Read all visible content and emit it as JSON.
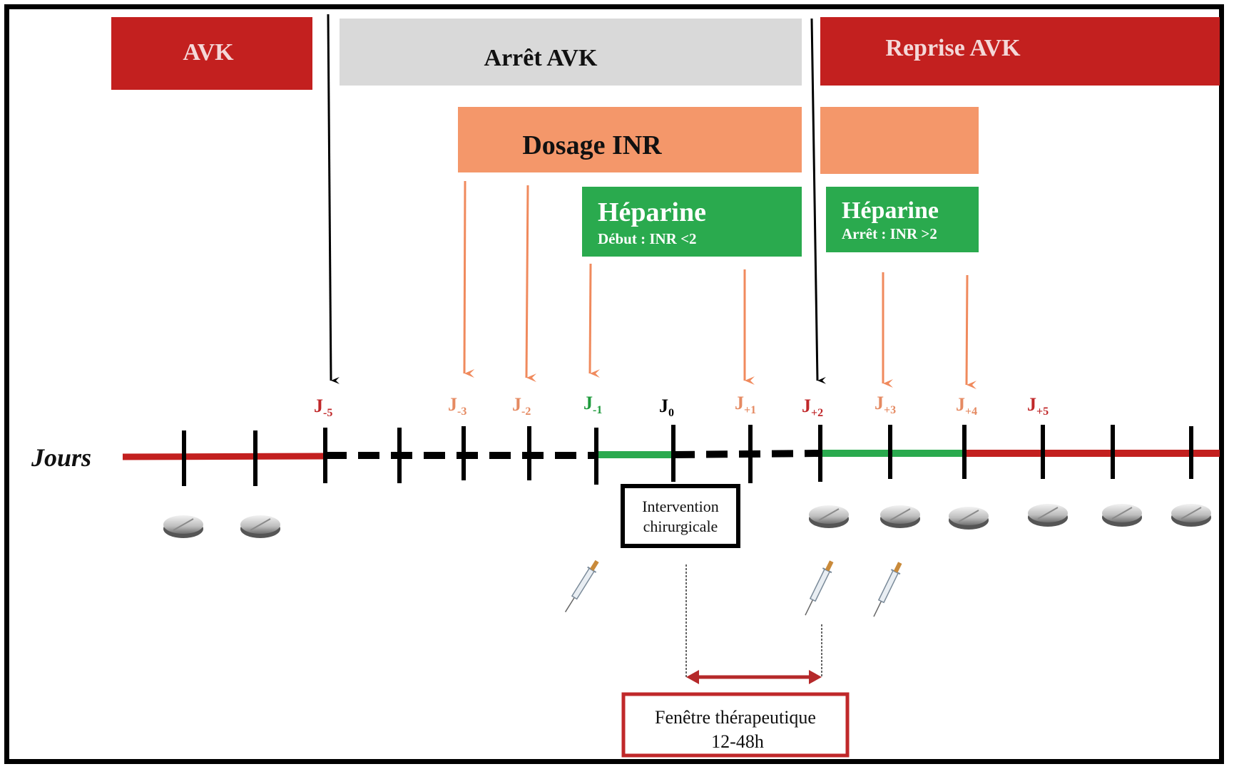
{
  "colors": {
    "avk_red": "#c3201f",
    "stop_grey": "#d9d9d9",
    "inr_orange": "#f4976a",
    "heparin_green": "#2aaa4e",
    "label_orange": "#e58a62",
    "label_red": "#c0282a",
    "label_green": "#1e9a3c"
  },
  "bars": {
    "avk": "AVK",
    "arret_avk": "Arrêt AVK",
    "reprise_avk": "Reprise AVK",
    "dosage_inr": "Dosage INR"
  },
  "heparin_start": {
    "title": "Héparine",
    "subtitle": "Début : INR <2"
  },
  "heparin_stop": {
    "title": "Héparine",
    "subtitle": "Arrêt : INR >2"
  },
  "axis_label": "Jours",
  "day_labels": [
    {
      "base": "J",
      "sub": "-5",
      "color": "label_red"
    },
    {
      "base": "J",
      "sub": "-3",
      "color": "label_orange"
    },
    {
      "base": "J",
      "sub": "-2",
      "color": "label_orange"
    },
    {
      "base": "J",
      "sub": "-1",
      "color": "label_green"
    },
    {
      "base": "J",
      "sub": "0",
      "color": "black"
    },
    {
      "base": "J",
      "sub": "+1",
      "color": "label_orange"
    },
    {
      "base": "J",
      "sub": "+2",
      "color": "label_red"
    },
    {
      "base": "J",
      "sub": "+3",
      "color": "label_orange"
    },
    {
      "base": "J",
      "sub": "+4",
      "color": "label_orange"
    },
    {
      "base": "J",
      "sub": "+5",
      "color": "label_red"
    }
  ],
  "surgery_box": {
    "line1": "Intervention",
    "line2": "chirurgicale"
  },
  "therapeutic_window": {
    "line1": "Fenêtre thérapeutique",
    "line2": "12-48h"
  },
  "icons": {
    "pill": "pill-icon",
    "syringe": "syringe-icon"
  }
}
